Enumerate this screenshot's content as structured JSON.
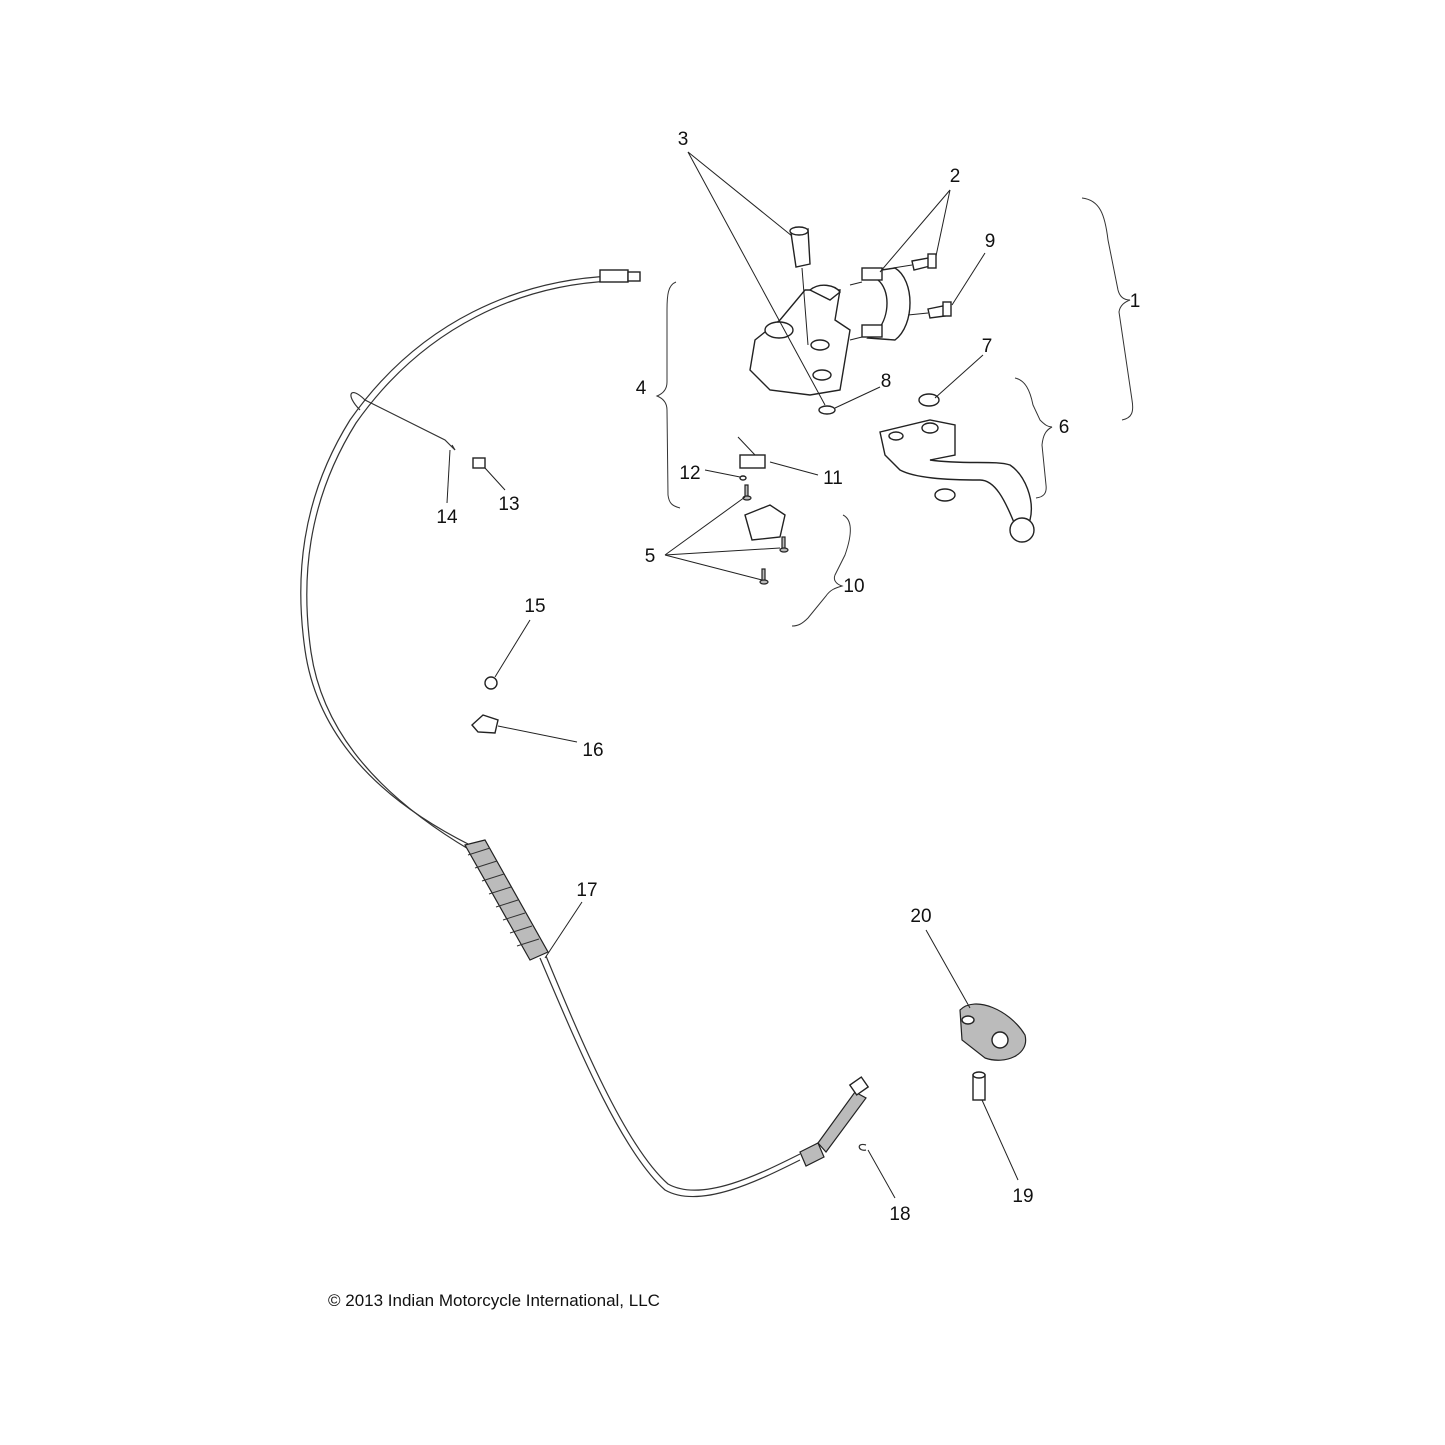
{
  "diagram": {
    "callouts": {
      "c1": "1",
      "c2": "2",
      "c3": "3",
      "c4": "4",
      "c5": "5",
      "c6": "6",
      "c7": "7",
      "c8": "8",
      "c9": "9",
      "c10": "10",
      "c11": "11",
      "c12": "12",
      "c13": "13",
      "c14": "14",
      "c15": "15",
      "c16": "16",
      "c17": "17",
      "c18": "18",
      "c19": "19",
      "c20": "20"
    },
    "copyright": "© 2013 Indian Motorcycle International, LLC"
  }
}
